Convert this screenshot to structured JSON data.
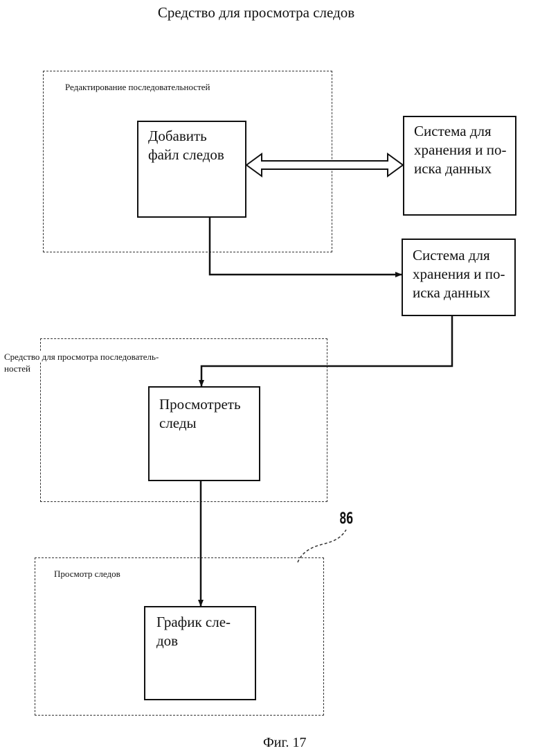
{
  "title": "Средство для просмотра следов",
  "groups": {
    "editing": {
      "label": "Редактирование последовательностей"
    },
    "viewer": {
      "label_line1": "Средство для просмотра последователь-",
      "label_line2": "ностей"
    },
    "trace_view": {
      "label": "Просмотр следов"
    }
  },
  "boxes": {
    "add_trace": {
      "text": "Добавить\nфайл следов"
    },
    "storage_1": {
      "text": "Система для\nхранения и по-\nиска данных"
    },
    "storage_2": {
      "text": "Система для\nхранения и по-\nиска данных"
    },
    "view_traces": {
      "text": "Просмотреть\nследы"
    },
    "trace_plot": {
      "text": "График сле-\nдов"
    }
  },
  "reference_number": "86",
  "figure_caption": "Фиг. 17"
}
